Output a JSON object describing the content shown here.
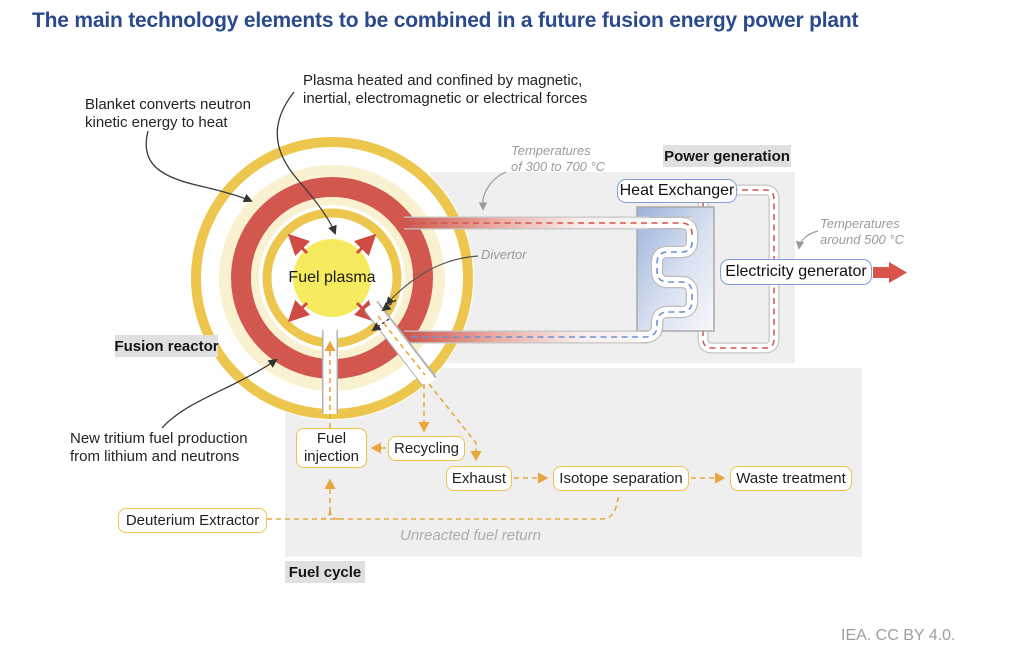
{
  "title": "The main technology elements to be combined in a future fusion energy power plant",
  "attribution": "IEA. CC BY 4.0.",
  "colors": {
    "title_blue": "#2B4A8C",
    "ring_gold": "#EDC64D",
    "ring_cream": "#FAF1D0",
    "ring_red": "#D2574E",
    "plasma_yellow": "#F6EB5F",
    "panel_gray": "#EFEFEF",
    "chip_gray": "#E0E0E0",
    "hot_dash_red": "#D4544B",
    "cold_dash_blue": "#6B93D6",
    "fuel_dash_yellow": "#E8A73E",
    "blue_box_border": "#7FA2DE",
    "yellow_box_border": "#F0C14B",
    "output_arrow_red": "#D9534B"
  },
  "sections": {
    "fusion_reactor": "Fusion reactor",
    "power_generation": "Power generation",
    "fuel_cycle": "Fuel cycle"
  },
  "reactor": {
    "core_label": "Fuel plasma"
  },
  "annotations": {
    "blanket": {
      "line1": "Blanket converts neutron",
      "line2": "kinetic energy to heat"
    },
    "plasma": {
      "line1": "Plasma heated and confined by magnetic,",
      "line2": "inertial, electromagnetic or electrical forces"
    },
    "tritium": {
      "line1": "New tritium fuel production",
      "line2": "from lithium and neutrons"
    },
    "temp_300": {
      "line1": "Temperatures",
      "line2": "of 300 to 700 °C"
    },
    "temp_500": {
      "line1": "Temperatures",
      "line2": "around 500 °C"
    },
    "divertor": "Divertor",
    "unreacted_fuel_return": "Unreacted fuel return"
  },
  "power_generation_boxes": {
    "heat_exchanger": "Heat Exchanger",
    "electricity_generator": "Electricity generator"
  },
  "fuel_cycle_boxes": {
    "fuel_injection_line1": "Fuel",
    "fuel_injection_line2": "injection",
    "recycling": "Recycling",
    "exhaust": "Exhaust",
    "isotope_separation": "Isotope separation",
    "waste_treatment": "Waste treatment",
    "deuterium_extractor": "Deuterium Extractor"
  }
}
